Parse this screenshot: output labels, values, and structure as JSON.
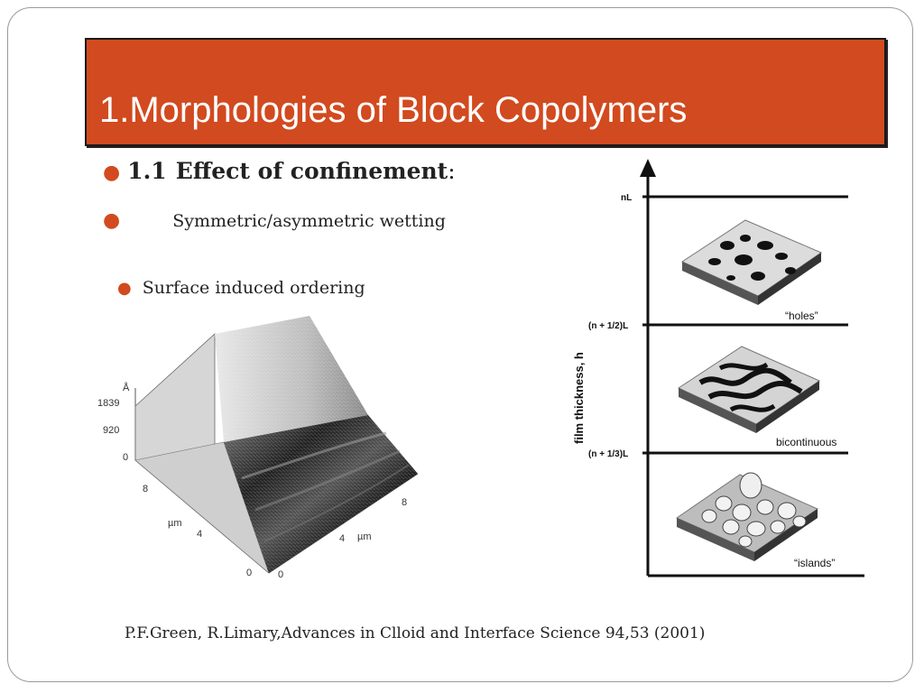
{
  "title": "1.Morphologies of Block Copolymers",
  "bullets": [
    {
      "number": "1.1",
      "heading": "Effect of confinement",
      "suffix": ":"
    },
    {
      "text": "Symmetric/asymmetric wetting"
    },
    {
      "text": "Surface induced ordering"
    }
  ],
  "left_figure": {
    "z_unit": "Å",
    "z_ticks": [
      "1839",
      "920",
      "0"
    ],
    "y_ticks": [
      "8",
      "4",
      "0"
    ],
    "y_unit": "µm",
    "x_ticks": [
      "8",
      "4",
      "0"
    ],
    "x_unit": "µm"
  },
  "right_figure": {
    "y_axis_label": "film thickness, h",
    "levels": [
      "nL",
      "(n + 1/2)L",
      "(n + 1/3)L"
    ],
    "panels": [
      {
        "caption": "“holes”"
      },
      {
        "caption": "bicontinuous"
      },
      {
        "caption": "“islands”"
      }
    ]
  },
  "citation": "P.F.Green, R.Limary,Advances in Clloid and Interface Science 94,53 (2001)",
  "colors": {
    "accent": "#d24a1f",
    "title_text": "#ffffff",
    "body_text": "#222222"
  }
}
